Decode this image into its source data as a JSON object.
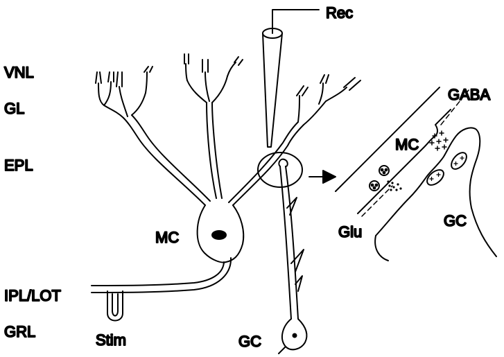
{
  "layers": {
    "vnl": "VNL",
    "gl": "GL",
    "epl": "EPL",
    "ipl_lot": "IPL/LOT",
    "grl": "GRL"
  },
  "labels": {
    "rec": "Rec",
    "stim": "Stim",
    "mc_soma": "MC",
    "gc_soma": "GC",
    "inset_mc": "MC",
    "inset_gc": "GC",
    "gaba": "GABA",
    "glu": "Glu"
  }
}
